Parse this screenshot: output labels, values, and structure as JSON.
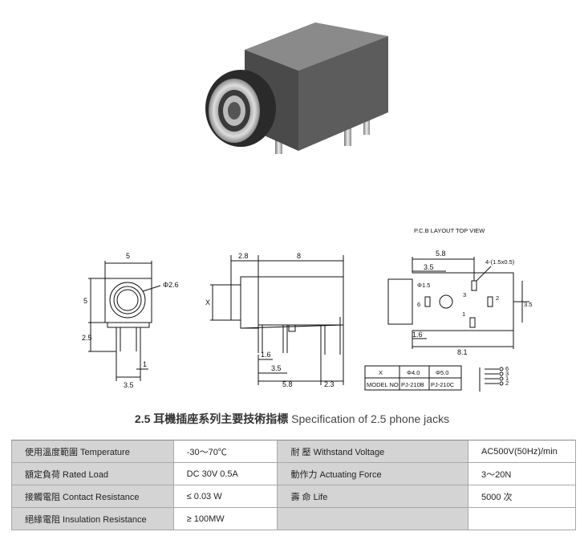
{
  "drawing": {
    "front_view": {
      "width": "5",
      "height": "5",
      "hole_dia": "Φ2.6",
      "lead_len": "2.5",
      "pin_offset": "1",
      "pin_pitch": "3.5"
    },
    "side_view": {
      "x_label": "X",
      "front_len": "2.8",
      "body_len": "8",
      "d1": "1.6",
      "d2": "3.5",
      "d3": "5.8",
      "d4": "2.3"
    },
    "pcb_layout": {
      "title": "P.C.B LAYOUT    TOP VIEW",
      "w1": "5.8",
      "w2": "3.5",
      "hole": "Φ1.5",
      "slot": "4-(1.5x0.5)",
      "pins": [
        "3",
        "6",
        "2",
        "1"
      ],
      "height": "3.5",
      "d1": "1.6",
      "total": "8.1"
    },
    "model_table": {
      "header": [
        "X",
        "Φ4.0",
        "Φ5.0"
      ],
      "row": [
        "MODEL NO",
        "PJ-210B",
        "PJ-210C"
      ]
    },
    "schematic_pins": [
      "6",
      "3",
      "1",
      "2"
    ]
  },
  "caption": {
    "title": "2.5  耳機插座系列主要技術指標",
    "subtitle": "Specification of 2.5 phone jacks"
  },
  "spec_table": {
    "rows": [
      {
        "l1": "使用溫度範圍 Temperature",
        "v1": "-30～70℃",
        "l2": "耐    壓 Withstand Voltage",
        "v2": "AC500V(50Hz)/min"
      },
      {
        "l1": "額定負荷  Rated Load",
        "v1": "DC  30V  0.5A",
        "l2": "動作力 Actuating Force",
        "v2": "3～20N"
      },
      {
        "l1": "接觸電阻  Contact Resistance",
        "v1": "≤ 0.03 W",
        "l2": "壽    命  Life",
        "v2": "5000 次"
      },
      {
        "l1": "絕緣電阻  Insulation Resistance",
        "v1": "≥ 100MW",
        "l2": "",
        "v2": ""
      }
    ]
  }
}
